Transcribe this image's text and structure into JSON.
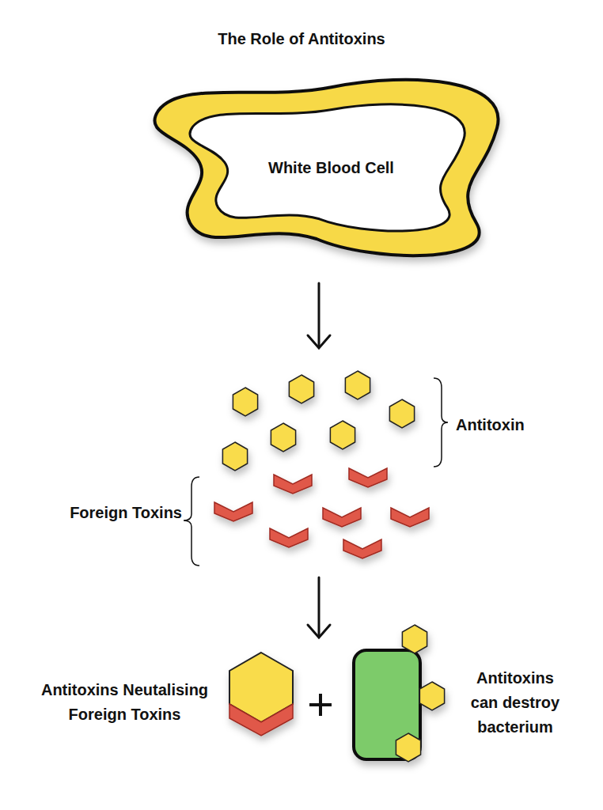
{
  "diagram": {
    "title": "The Role of Antitoxins",
    "nodes": [
      {
        "text": [
          "White Blood Cell"
        ]
      }
    ],
    "labels": [
      "Antitoxin",
      "Foreign Toxins",
      "Antitoxins Neutalising Foreign Toxins",
      "Antitoxins can destroy bacterium"
    ]
  }
}
